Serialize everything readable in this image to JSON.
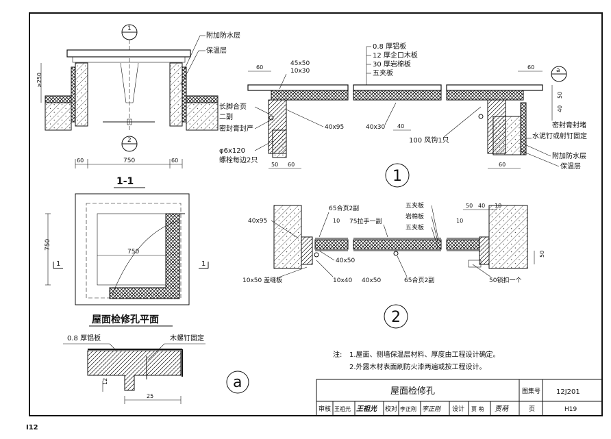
{
  "title_block": {
    "drawing_title": "屋面检修孔",
    "atlas_label": "图集号",
    "atlas_no": "12J201",
    "page_label": "页",
    "page_no": "H19",
    "review_label": "审核",
    "reviewer": "王祖光",
    "review_sign": "王祖光",
    "check_label": "校对",
    "checker": "李正刚",
    "check_sign": "李正刚",
    "design_label": "设计",
    "designer": "贾 萌",
    "design_sign": "贾萌"
  },
  "footer": {
    "page_number": "I12"
  },
  "notes": {
    "prefix": "注:",
    "line1": "1.屋面、侧墙保温层材料、厚度由工程设计确定。",
    "line2": "2.外露木材表面刷防火漆两遍或按工程设计。"
  },
  "section_1_1": {
    "marker_top": "1",
    "marker_bottom": "2",
    "label_waterproof": "附加防水层",
    "label_insulation": "保温层",
    "dim_height": "≥250",
    "dim_left": "60",
    "dim_mid": "750",
    "dim_right": "60",
    "title": "1-1"
  },
  "detail_1": {
    "marker_right": "a",
    "label": "1",
    "layer_1": "0.8 厚铝板",
    "layer_2": "12 厚企口木板",
    "layer_3": "30 厚岩棉板",
    "layer_4": "五夹板",
    "dim_60_left": "60",
    "dim_45x50": "45x50",
    "dim_10x30": "10x30",
    "dim_60_right": "60",
    "hinge_1": "长脚合页",
    "hinge_2": "二副",
    "seal": "密封膏封严",
    "dim_40x95": "40x95",
    "dim_40x30": "40x30",
    "dim_40": "40",
    "hook": "100 风钩1只",
    "bolt_1": "φ6x120",
    "bolt_2": "螺栓每边2只",
    "dim_50": "50",
    "dim_60_a": "60",
    "dim_60_b": "60",
    "dim_50_v": "50",
    "dim_40_v": "40",
    "seal_right": "密封膏封堵",
    "nail_right": "水泥钉或射钉固定",
    "waterproof_right": "附加防水层",
    "insulation_right": "保温层"
  },
  "plan": {
    "dim_750_v": "750",
    "dim_750_h": "750",
    "cut_left": "1",
    "cut_right": "1",
    "title": "屋面检修孔平面"
  },
  "detail_2": {
    "label": "2",
    "dim_40x95": "40x95",
    "hinge_top": "65合页2副",
    "dim_10": "10",
    "handle": "75拉手一副",
    "dim_40x50_a": "40x50",
    "seam_board": "10x50 盖缝板",
    "dim_10x40": "10x40",
    "dim_40x50_b": "40x50",
    "hinge_bottom": "65合页2副",
    "ply_1": "五夹板",
    "ply_2": "岩棉板",
    "ply_3": "五夹板",
    "dim_50a": "50",
    "dim_40a": "40",
    "dim_10a": "10",
    "dim_10b": "10",
    "dim_50_v": "50",
    "lock": "50锁扣一个"
  },
  "detail_a": {
    "label_alu": "0.8 厚铝板",
    "label_nail": "木螺钉固定",
    "dim_12": "12",
    "dim_25": "25",
    "marker": "a"
  }
}
